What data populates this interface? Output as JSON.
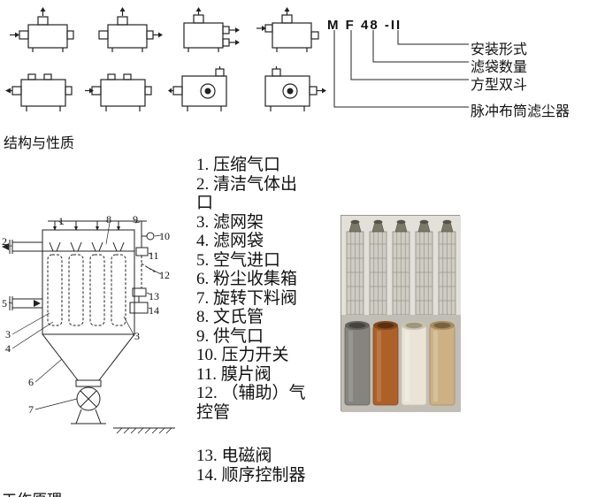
{
  "title_block": {
    "model_code": "M F 48 -II",
    "labels": [
      "安装形式",
      "滤袋数量",
      "方型双斗",
      "脉冲布筒滤尘器"
    ]
  },
  "sections": {
    "structure_heading": "结构与性质",
    "footer_partial": "工作原理"
  },
  "diagram": {
    "callouts": [
      "1",
      "8",
      "9",
      "10",
      "2",
      "11",
      "12",
      "13",
      "14",
      "5",
      "3",
      "4",
      "3",
      "6",
      "7"
    ]
  },
  "parts_list": {
    "items": [
      "1. 压缩气口",
      "2. 清洁气体出口",
      "3. 滤网架",
      "4. 滤网袋",
      "5. 空气进口",
      "6. 粉尘收集箱",
      "7. 旋转下料阀",
      "8. 文氏管",
      "9. 供气口",
      "10. 压力开关",
      "11. 膜片阀",
      "12. （辅助）气控管",
      "13. 电磁阀",
      "14. 顺序控制器"
    ]
  },
  "colors": {
    "text": "#111111",
    "line": "#222222",
    "photo_bg": "#e3e0d9",
    "bag_colors": [
      "#85847f",
      "#ad6028",
      "#e9e4d6",
      "#cdb184"
    ]
  }
}
